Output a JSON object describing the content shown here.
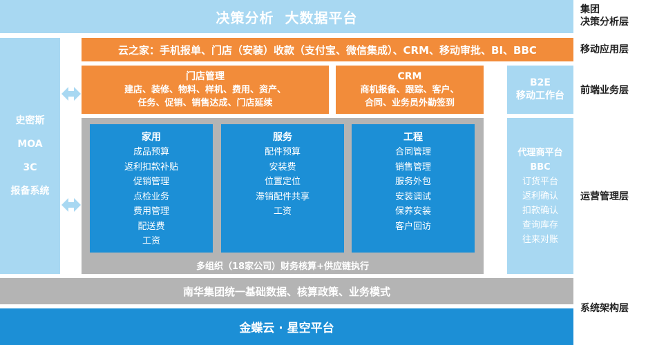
{
  "colors": {
    "light_blue": "#a8d8f2",
    "orange": "#f28c3a",
    "blue": "#1c8fd6",
    "gray": "#b4b4b4",
    "label_text": "#222222"
  },
  "top_banner": "决策分析  大数据平台",
  "mobile_apps": "云之家：手机报单、门店（安装）收款（支付宝、微信集成）、CRM、移动审批、BI、BBC",
  "store_management": {
    "title": "门店管理",
    "lines": [
      "建店、装修、物料、样机、费用、资产、",
      "任务、促销、销售达成、门店延续"
    ]
  },
  "crm": {
    "title": "CRM",
    "lines": [
      "商机报备、跟踪、客户、",
      "合同、业务员外勤签到"
    ]
  },
  "b2e": {
    "lines": [
      "B2E",
      "移动工作台"
    ]
  },
  "left_systems": [
    "史密斯",
    "MOA",
    "3C",
    "报备系统"
  ],
  "columns": [
    {
      "title": "家用",
      "items": [
        "成品预算",
        "返利扣款补贴",
        "促销管理",
        "点检业务",
        "费用管理",
        "配送费",
        "工资"
      ]
    },
    {
      "title": "服务",
      "items": [
        "配件预算",
        "安装费",
        "位置定位",
        "滞销配件共享",
        "工资"
      ]
    },
    {
      "title": "工程",
      "items": [
        "合同管理",
        "销售管理",
        "服务外包",
        "安装调试",
        "保养安装",
        "客户回访"
      ]
    }
  ],
  "ops_footer": "多组织（18家公司）财务核算+供应链执行",
  "agent_platform": {
    "titles": [
      "代理商平台",
      "BBC"
    ],
    "items": [
      "订货平台",
      "返利确认",
      "扣款确认",
      "查询库存",
      "往来对账"
    ]
  },
  "base_data": "南华集团统一基础数据、核算政策、业务模式",
  "platform": "金蝶云 · 星空平台",
  "layers": {
    "decision": [
      "集团",
      "决策分析层"
    ],
    "mobile": "移动应用层",
    "frontend": "前端业务层",
    "operations": "运营管理层",
    "architecture": "系统架构层"
  },
  "icons": {
    "arrow": "double-arrow-icon"
  }
}
